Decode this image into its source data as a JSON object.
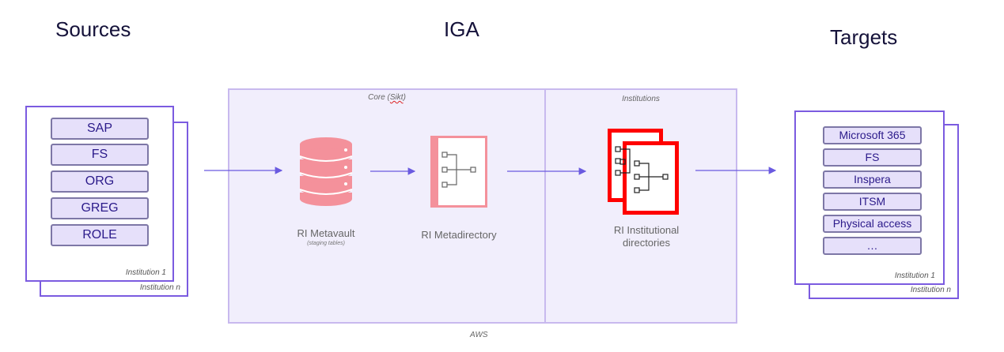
{
  "headings": {
    "sources": "Sources",
    "iga": "IGA",
    "targets": "Targets"
  },
  "sources": {
    "items": [
      "SAP",
      "FS",
      "ORG",
      "GREG",
      "ROLE"
    ],
    "front_label": "Institution 1",
    "back_label": "Institution n"
  },
  "iga": {
    "core_label_prefix": "Core (",
    "core_label_word": "Sikt",
    "core_label_suffix": ")",
    "institutions_label": "Institutions",
    "aws_label": "AWS",
    "metavault": {
      "label": "RI Metavault",
      "sublabel": "(staging tables)",
      "icon": "database-icon"
    },
    "metadirectory": {
      "label": "RI Metadirectory",
      "icon": "directory-tree-icon"
    },
    "institutional": {
      "label_line1": "RI Institutional",
      "label_line2": "directories",
      "icon": "directory-stack-icon"
    }
  },
  "targets": {
    "items": [
      "Microsoft 365",
      "FS",
      "Inspera",
      "ITSM",
      "Physical access",
      "…"
    ],
    "front_label": "Institution 1",
    "back_label": "Institution n"
  },
  "colors": {
    "accent": "#7b5be0",
    "region_fill": "#f1eefc",
    "db_pink": "#f4919b",
    "dir_red": "#ff0000",
    "arrow": "#6a5ae0"
  }
}
